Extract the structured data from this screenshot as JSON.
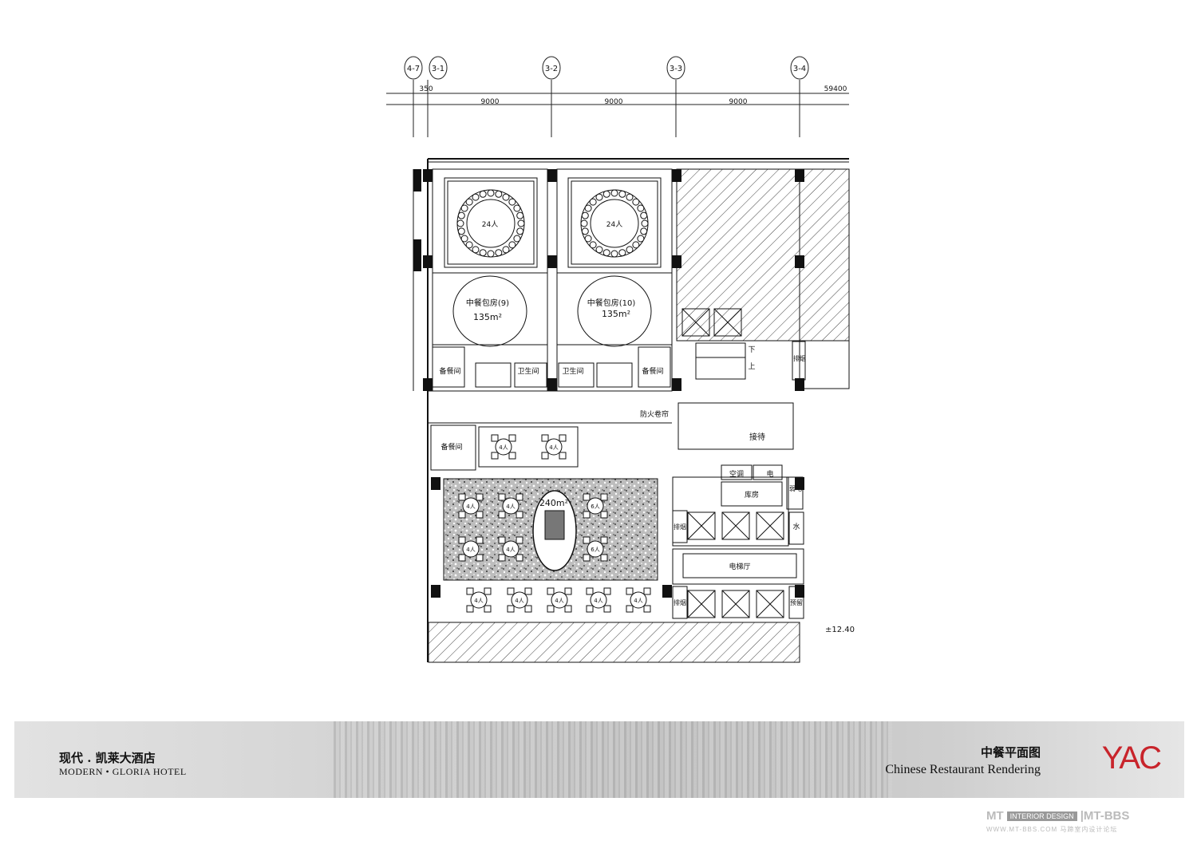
{
  "grid": {
    "axes": [
      "4-7",
      "3-1",
      "3-2",
      "3-3",
      "3-4"
    ],
    "dims": {
      "d350": "350",
      "d1": "9000",
      "d2": "9000",
      "d3": "9000",
      "total": "59400"
    }
  },
  "rooms": {
    "table24a": "24人",
    "table24b": "24人",
    "private9_name": "中餐包房(9)",
    "private9_area": "135m²",
    "private10_name": "中餐包房(10)",
    "private10_area": "135m²",
    "pantry_a": "备餐间",
    "pantry_b": "备餐间",
    "pantry_c": "备餐间",
    "wc_a": "卫生间",
    "wc_b": "卫生间",
    "fire_shutter": "防火卷帘",
    "reception": "接待",
    "ac": "空调",
    "elec": "电",
    "weak_elec": "弱电",
    "storage": "库房",
    "exhaust_a": "排烟",
    "exhaust_b": "排烟",
    "exhaust_c": "排烟",
    "water": "水",
    "lift_hall": "电梯厅",
    "reserve": "预留",
    "down": "下",
    "up": "上",
    "hall_area": "240m²",
    "level": "±12.40"
  },
  "tables": {
    "t4": "4人",
    "t6": "6人"
  },
  "footer": {
    "project_cn": "现代 . 凯莱大酒店",
    "project_en": "MODERN • GLORIA HOTEL",
    "drawing_cn": "中餐平面图",
    "drawing_en": "Chinese Restaurant Rendering",
    "logo": "YAC"
  },
  "watermark": {
    "mt": "MT",
    "box": "INTERIOR DESIGN",
    "bbs": "|MT-BBS",
    "url": "WWW.MT-BBS.COM   马蹄室内设计论坛"
  }
}
